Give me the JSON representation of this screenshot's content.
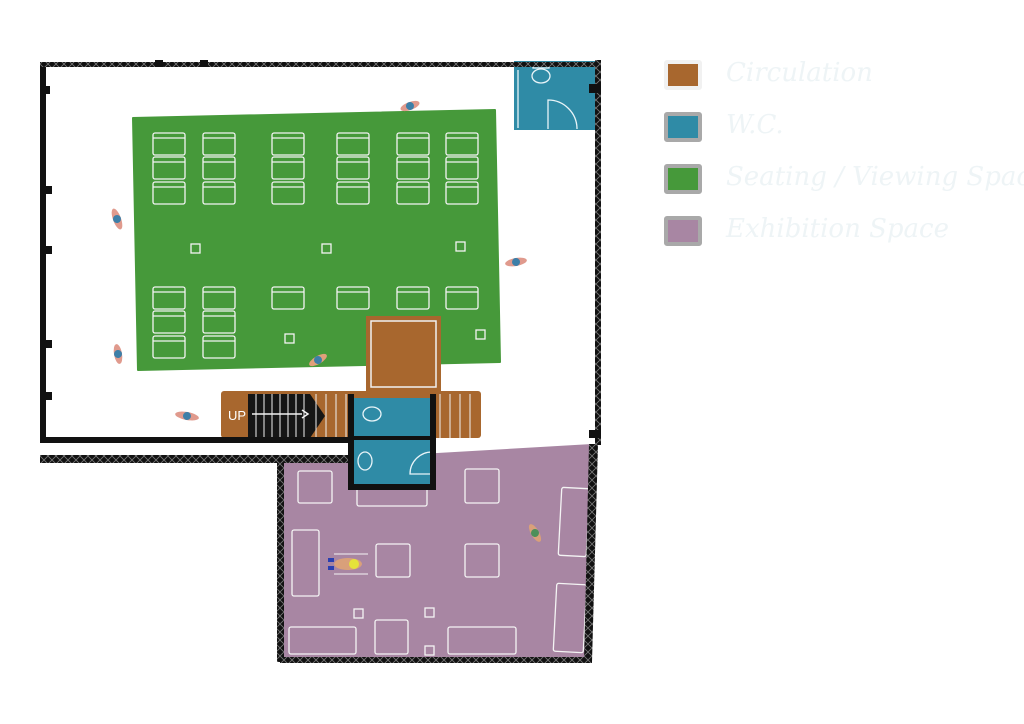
{
  "colors": {
    "circulation": "#a8672e",
    "wc": "#2f8ba6",
    "seating": "#46993a",
    "exhibition": "#a886a3",
    "wall": "#111111",
    "furniture_line": "#f4f4f4"
  },
  "stair_label": "UP",
  "legend": [
    {
      "label": "Circulation",
      "color": "#a8672e",
      "outline": "#f1f1f1"
    },
    {
      "label": "W.C.",
      "color": "#2f8ba6",
      "outline": "#a9a9a9"
    },
    {
      "label": "Seating / Viewing Space",
      "color": "#46993a",
      "outline": "#a9a9a9"
    },
    {
      "label": "Exhibition Space",
      "color": "#a886a3",
      "outline": "#a9a9a9"
    }
  ],
  "icons": [
    "person-icon",
    "toilet-icon",
    "door-swing-icon",
    "stair-arrow-icon"
  ]
}
